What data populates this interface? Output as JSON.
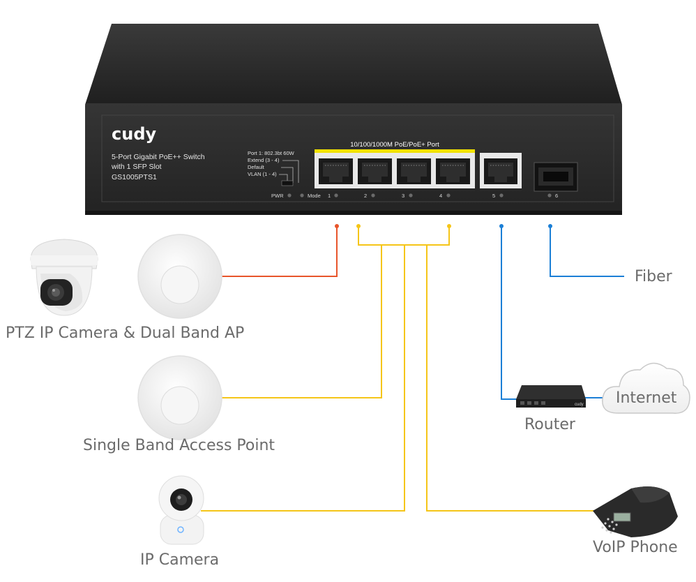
{
  "switch": {
    "brand": "cudy",
    "product_line1": "5-Port Gigabit PoE++ Switch",
    "product_line2": "with 1 SFP Slot",
    "model": "GS1005PTS1",
    "mode_labels": [
      "Port 1: 802.3bt 60W",
      "Extend (3 - 4)",
      "Default",
      "VLAN (1 - 4)"
    ],
    "poe_banner": "10/100/1000M PoE/PoE+ Port",
    "pwr_label": "PWR",
    "mode_label": "Mode",
    "port_numbers": [
      "1",
      "2",
      "3",
      "4",
      "5",
      "6"
    ]
  },
  "devices": {
    "ptz": "PTZ IP Camera & Dual Band AP",
    "single_ap": "Single Band Access Point",
    "ip_camera": "IP Camera",
    "fiber": "Fiber",
    "router": "Router",
    "internet": "Internet",
    "voip": "VoIP Phone",
    "router_brand": "cudy"
  },
  "colors": {
    "port1_line": "#e8552b",
    "poe_line": "#f5c518",
    "uplink_line": "#1b7fd6",
    "switch_body": "#2b2b2b",
    "banner": "#f2e200"
  }
}
